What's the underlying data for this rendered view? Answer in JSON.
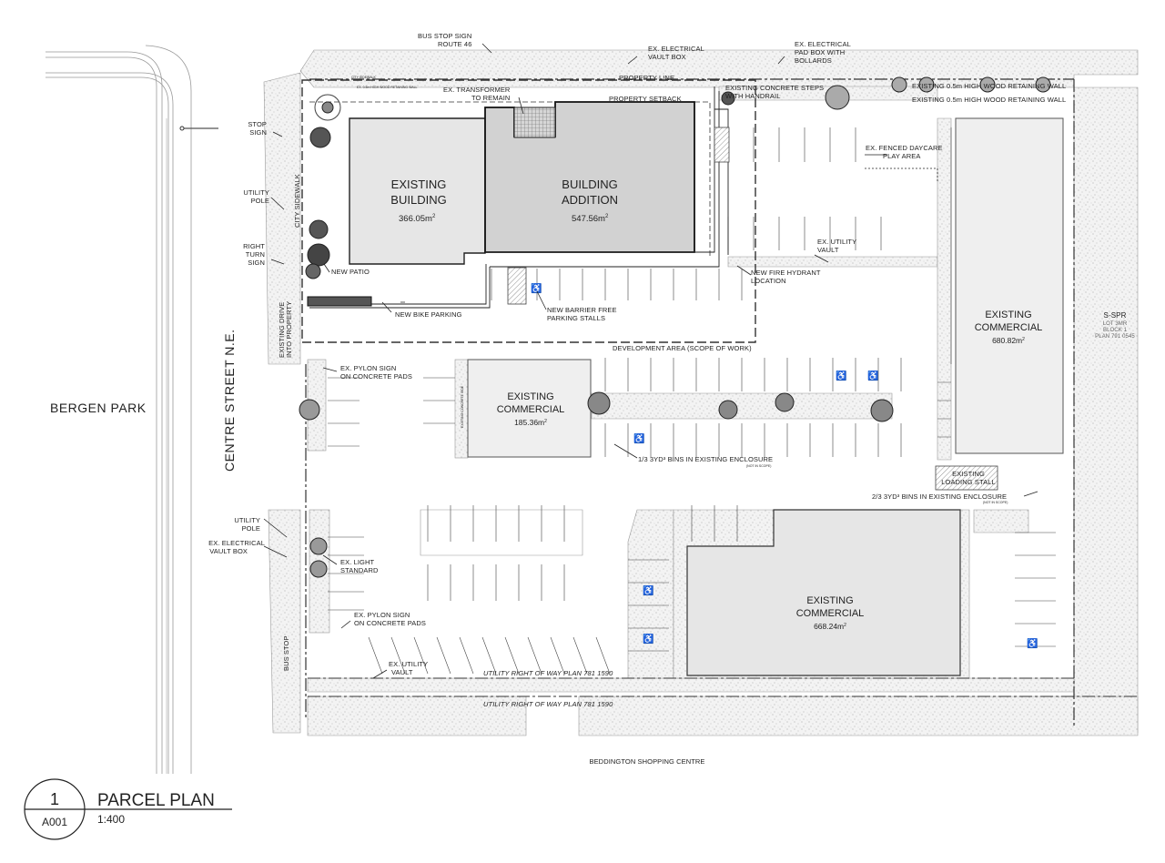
{
  "drawing": {
    "title": "PARCEL PLAN",
    "number": "1",
    "sheet": "A001",
    "scale": "1:400"
  },
  "buildings": {
    "existing_building": {
      "name_line1": "EXISTING",
      "name_line2": "BUILDING",
      "area_value": "366.05m",
      "area_sup": "2"
    },
    "addition": {
      "name_line1": "BUILDING",
      "name_line2": "ADDITION",
      "area_value": "547.56m",
      "area_sup": "2"
    },
    "commercial_mid": {
      "name_line1": "EXISTING",
      "name_line2": "COMMERCIAL",
      "area_value": "185.36m",
      "area_sup": "2"
    },
    "commercial_east": {
      "name_line1": "EXISTING",
      "name_line2": "COMMERCIAL",
      "area_value": "680.82m",
      "area_sup": "2"
    },
    "commercial_south": {
      "name_line1": "EXISTING",
      "name_line2": "COMMERCIAL",
      "area_value": "668.24m",
      "area_sup": "2"
    }
  },
  "places": {
    "bergen_park": "BERGEN PARK",
    "centre_street": "CENTRE STREET N.E.",
    "beddington": "BEDDINGTON SHOPPING CENTRE",
    "city_sidewalk": "CITY SIDEWALK",
    "bus_stop": "BUS STOP",
    "existing_drive_1": "EXISTING DRIVE",
    "existing_drive_2": "INTO PROPERTY",
    "parcel_1": "S-SPR",
    "parcel_2": "LOT 3MR",
    "parcel_3": "BLOCK 1",
    "parcel_4": "PLAN 791 0545"
  },
  "labels": {
    "bus_stop_sign_1": "BUS STOP SIGN",
    "bus_stop_sign_2": "ROUTE 46",
    "ex_vault_top_1": "EX. ELECTRICAL",
    "ex_vault_top_2": "VAULT BOX",
    "ex_padbox_1": "EX. ELECTRICAL",
    "ex_padbox_2": "PAD BOX WITH",
    "ex_padbox_3": "BOLLARDS",
    "property_line": "PROPERTY LINE",
    "ex_transformer_1": "EX. TRANSFORMER",
    "ex_transformer_2": "TO REMAIN",
    "property_setback": "PROPERTY SETBACK",
    "concrete_steps_1": "EXISTING CONCRETE STEPS",
    "concrete_steps_2": "WITH HANDRAIL",
    "retaining_wall_1": "EXISTING 0.5m HIGH WOOD RETAINING WALL",
    "retaining_wall_2": "EXISTING 0.5m HIGH WOOD RETAINING WALL",
    "daycare_1": "EX. FENCED DAYCARE",
    "daycare_2": "PLAY AREA",
    "stop_sign_1": "STOP",
    "stop_sign_2": "SIGN",
    "utility_pole_top_1": "UTILITY",
    "utility_pole_top_2": "POLE",
    "right_turn_1": "RIGHT",
    "right_turn_2": "TURN",
    "right_turn_3": "SIGN",
    "new_patio": "NEW PATIO",
    "new_bike": "NEW BIKE PARKING",
    "barrier_free_1": "NEW BARRIER FREE",
    "barrier_free_2": "PARKING STALLS",
    "ex_utility_vault_top_1": "EX. UTILITY",
    "ex_utility_vault_top_2": "VAULT",
    "fire_hydrant_1": "NEW FIRE HYDRANT",
    "fire_hydrant_2": "LOCATION",
    "development_area": "DEVELOPMENT AREA (SCOPE OF WORK)",
    "pylon_top_1": "EX. PYLON SIGN",
    "pylon_top_2": "ON CONCRETE PADS",
    "bins_1": "1/3 3YD³ BINS IN EXISTING ENCLOSURE",
    "not_in_scope_1": "(NOT IN SCOPE)",
    "loading_1": "EXISTING",
    "loading_2": "LOADING STALL",
    "bins_2": "2/3 3YD³ BINS IN EXISTING ENCLOSURE",
    "not_in_scope_2": "(NOT IN SCOPE)",
    "utility_pole_bot_1": "UTILITY",
    "utility_pole_bot_2": "POLE",
    "ex_vault_left_1": "EX. ELECTRICAL",
    "ex_vault_left_2": "VAULT BOX",
    "light_std_1": "EX. LIGHT",
    "light_std_2": "STANDARD",
    "pylon_bot_1": "EX. PYLON SIGN",
    "pylon_bot_2": "ON CONCRETE PADS",
    "ex_utility_vault_bot_1": "EX. UTILITY",
    "ex_utility_vault_bot_2": "VAULT",
    "row_1": "UTILITY RIGHT OF WAY PLAN 781 1590",
    "row_2": "UTILITY RIGHT OF WAY PLAN 781 1590",
    "tiny_sidewalk": "CITY SIDEWALK",
    "tiny_wall": "EX. 0.5m HIGH WOOD RETAINING WALL",
    "tiny_enclosure": "EXISTING CONCRETE SIDE"
  }
}
